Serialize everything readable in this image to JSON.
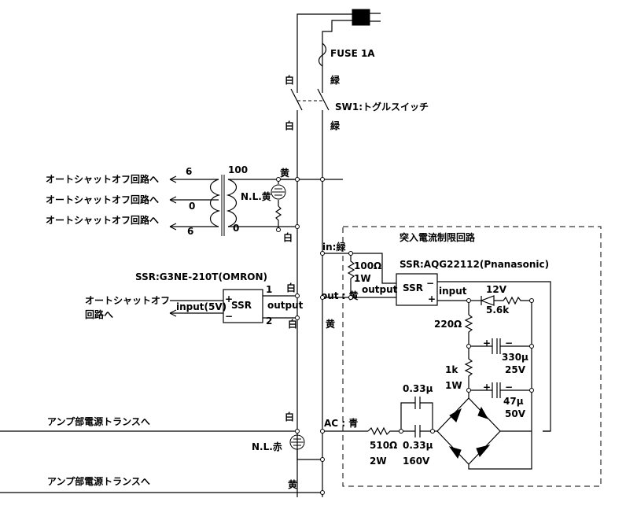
{
  "labels": {
    "fuse": "FUSE 1A",
    "white1": "白",
    "green1": "緑",
    "sw1": "SW1:トグルスイッチ",
    "white2": "白",
    "green2": "緑",
    "yellow1": "黄",
    "t100": "100",
    "t6a": "6",
    "t0a": "0",
    "t6b": "6",
    "t0b": "0",
    "nl_yellow": "N.L.黄",
    "white3": "白",
    "auto1": "オートシャットオフ回路へ",
    "auto2": "オートシャットオフ回路へ",
    "auto3": "オートシャットオフ回路へ",
    "inrush_title": "突入電流制限回路",
    "in_green": "in:緑",
    "r100": "100Ω",
    "r100w": "1W",
    "ssr_aqg": "SSR:AQG22112(Pnanasonic)",
    "ssr_g3ne": "SSR:G3NE-210T(OMRON)",
    "out_yellow": "out : 黄",
    "output_in": "output",
    "ssr_box_label": "SSR",
    "input_in": "input",
    "v12": "12V",
    "r56k": "5.6k",
    "auto_off_l1": "オートシャットオフ",
    "auto_off_l2": "回路へ",
    "input5v": "input(5V)",
    "ssr_small": "SSR",
    "pin1": "1",
    "pin2": "2",
    "white4": "白",
    "output_out": "output",
    "white5": "白",
    "yellow2": "黄",
    "r220": "220Ω",
    "c330": "330μ",
    "c330v": "25V",
    "r1k": "1k",
    "r1kw": "1W",
    "c47": "47μ",
    "c47v": "50V",
    "c033a": "0.33μ",
    "white6": "白",
    "amp1": "アンプ部電源トランスへ",
    "ac_blue": "AC : 青",
    "r510": "510Ω",
    "r510w": "2W",
    "c033b": "0.33μ",
    "c160v": "160V",
    "nl_red": "N.L.赤",
    "amp2": "アンプ部電源トランスへ",
    "yellow3": "黄",
    "plus": "+",
    "minus": "−"
  }
}
